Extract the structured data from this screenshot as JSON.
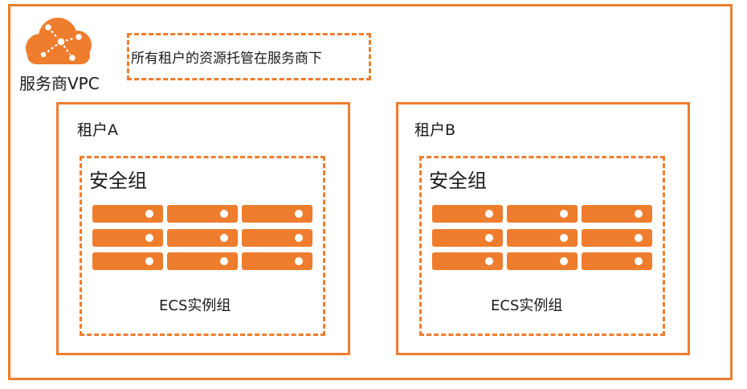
{
  "colors": {
    "accent": "#ee7d2e",
    "text": "#1a1a1a",
    "background": "#ffffff"
  },
  "provider": {
    "label": "服务商VPC",
    "icon": "cloud-network-icon"
  },
  "note": {
    "text": "所有租户的资源托管在服务商下"
  },
  "tenants": [
    {
      "label": "租户A",
      "security_group": {
        "label": "安全组"
      },
      "ecs_group": {
        "label": "ECS实例组",
        "server_icon": "server-icon"
      }
    },
    {
      "label": "租户B",
      "security_group": {
        "label": "安全组"
      },
      "ecs_group": {
        "label": "ECS实例组",
        "server_icon": "server-icon"
      }
    }
  ]
}
